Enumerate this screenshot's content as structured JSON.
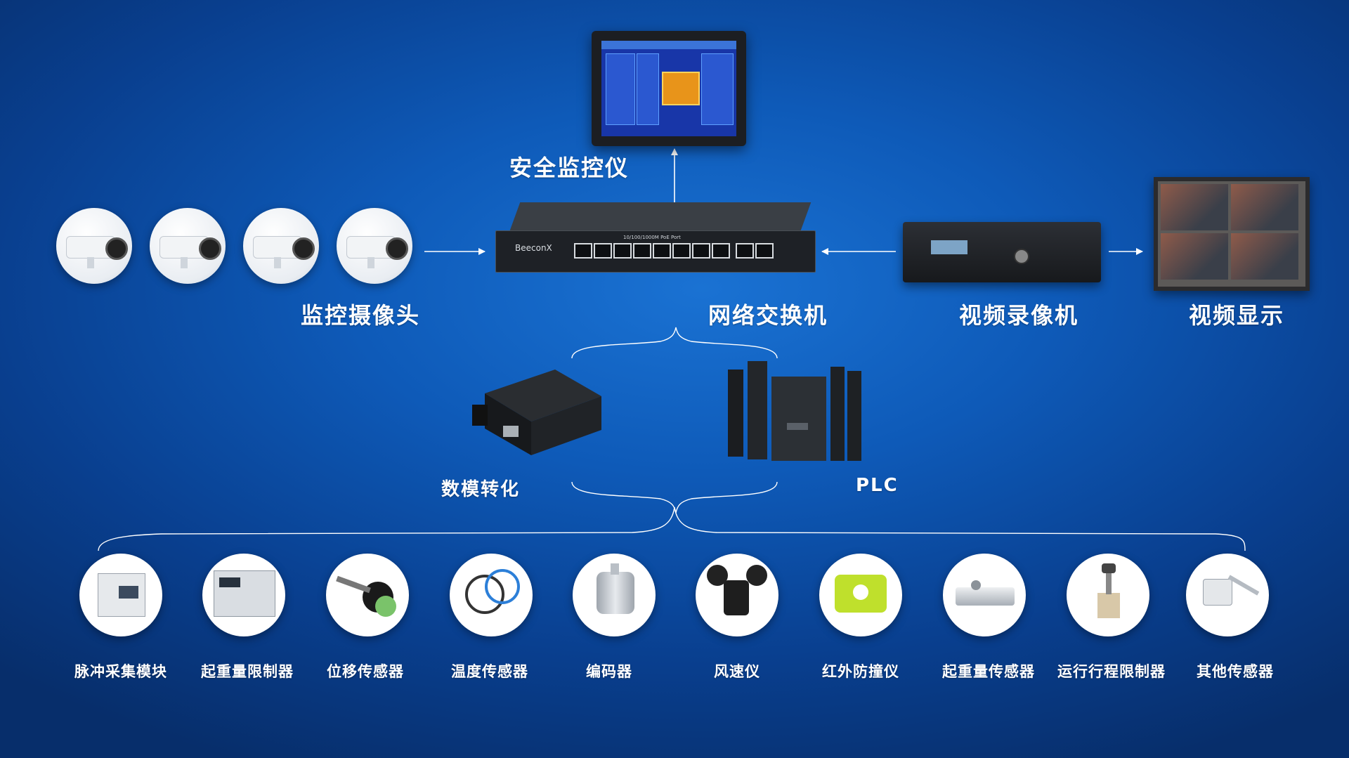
{
  "labels": {
    "safety_monitor": "安全监控仪",
    "cameras": "监控摄像头",
    "switch": "网络交换机",
    "recorder": "视频录像机",
    "display": "视频显示",
    "da_converter": "数模转化",
    "plc": "PLC"
  },
  "switch_device": {
    "brand": "BeeconX",
    "port_caption": "10/100/1000M PoE Port"
  },
  "sensors": [
    {
      "label": "脉冲采集模块",
      "icon": "pulse-module-icon"
    },
    {
      "label": "起重量限制器",
      "icon": "load-limiter-icon"
    },
    {
      "label": "位移传感器",
      "icon": "displacement-sensor-icon"
    },
    {
      "label": "温度传感器",
      "icon": "temperature-sensor-icon"
    },
    {
      "label": "编码器",
      "icon": "encoder-icon"
    },
    {
      "label": "风速仪",
      "icon": "anemometer-icon"
    },
    {
      "label": "红外防撞仪",
      "icon": "infrared-anticollision-icon"
    },
    {
      "label": "起重量传感器",
      "icon": "load-sensor-icon"
    },
    {
      "label": "运行行程限制器",
      "icon": "travel-limiter-icon"
    },
    {
      "label": "其他传感器",
      "icon": "other-sensor-icon"
    }
  ],
  "colors": {
    "background": "#0e5ab8",
    "line": "#ffffff",
    "text": "#ffffff"
  }
}
